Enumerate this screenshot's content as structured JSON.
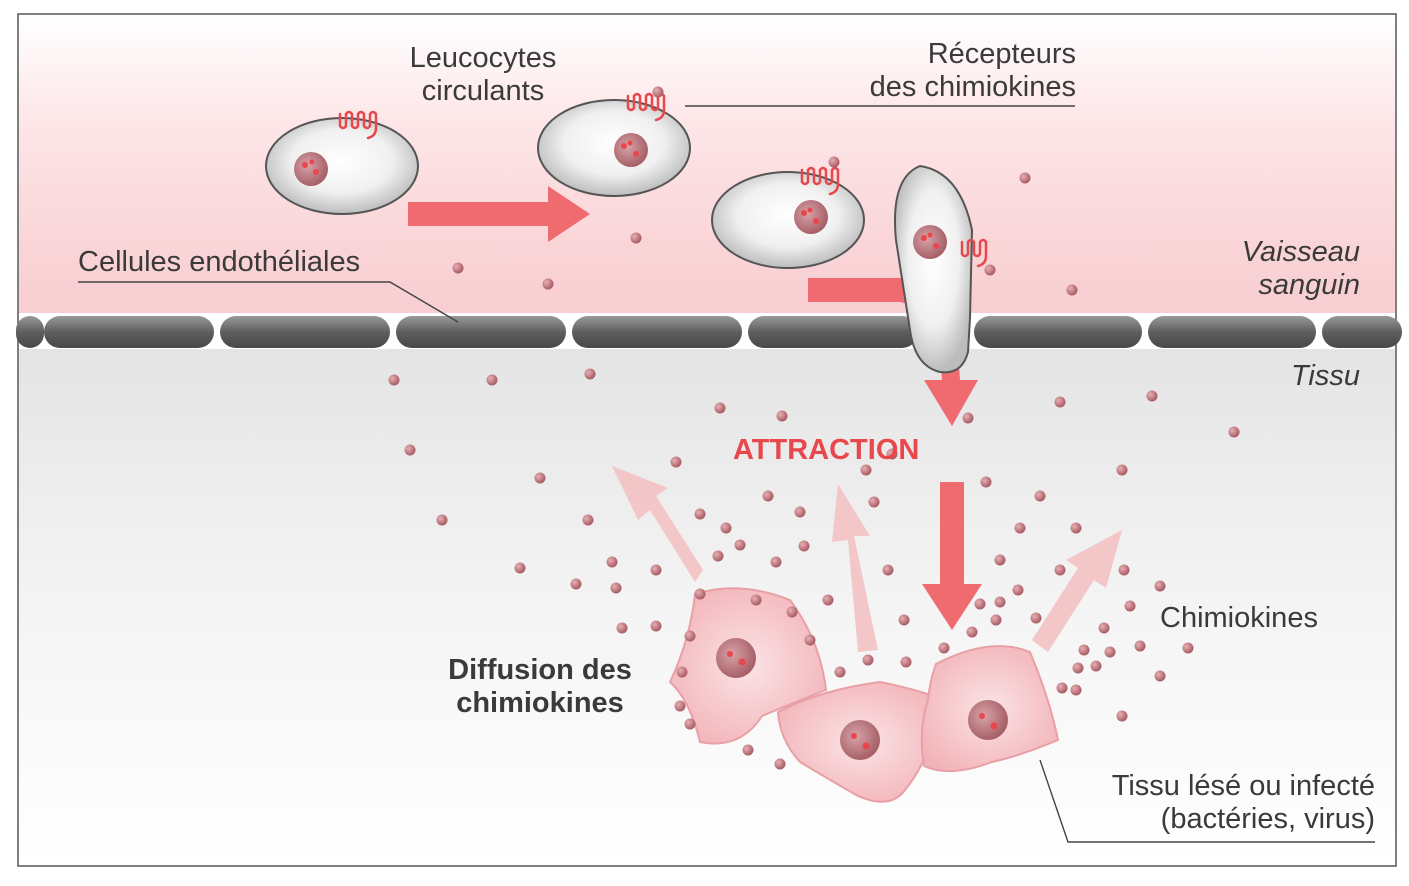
{
  "labels": {
    "leucocytes": [
      "Leucocytes",
      "circulants"
    ],
    "recepteurs": [
      "Récepteurs",
      "des chimiokines"
    ],
    "endotheliales": "Cellules endothéliales",
    "vaisseau": [
      "Vaisseau",
      "sanguin"
    ],
    "tissu": "Tissu",
    "attraction": "ATTRACTION",
    "chimiokines": "Chimiokines",
    "diffusion": [
      "Diffusion des",
      "chimiokines"
    ],
    "tissu_lese": [
      "Tissu lésé ou infecté",
      "(bactéries, virus)"
    ]
  },
  "colors": {
    "vessel_pink": "#f9d6d9",
    "accent_red": "#e8474c",
    "arrow_red": "#ef6b70",
    "arrow_faded": "#f2c3c5",
    "cell_grey": "#d4d4d4",
    "endothelium": "#6e6e6e",
    "chemokine_dot": "#c97a80",
    "tissue_cell": "#f6c6ca"
  },
  "icons": {
    "receptor": "receptor-coil-icon",
    "chemokine": "chemokine-dot-icon",
    "nucleus": "nucleus-icon"
  }
}
